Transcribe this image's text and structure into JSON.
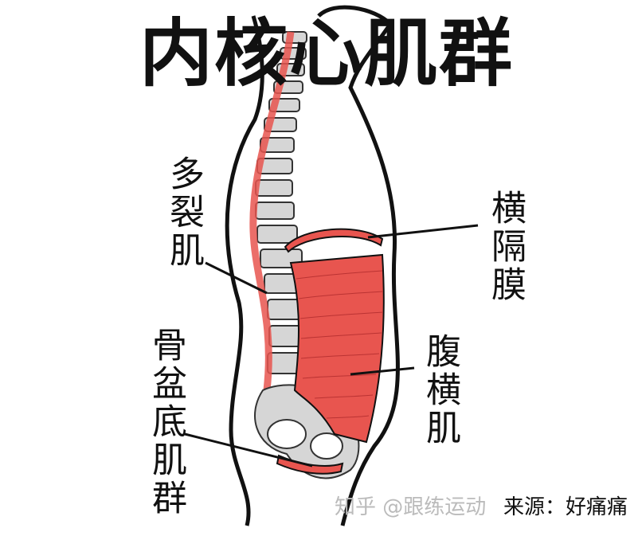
{
  "title": "内核心肌群",
  "labels": {
    "multifidus": "多裂肌",
    "diaphragm": "横隔膜",
    "transversus": "腹横肌",
    "pelvic_floor": "骨盆底肌群"
  },
  "watermark": "知乎 @跟练运动",
  "source": "来源：好痛痛",
  "colors": {
    "muscle": "#e8554f",
    "bone": "#d6d6d6",
    "outline": "#111111"
  }
}
